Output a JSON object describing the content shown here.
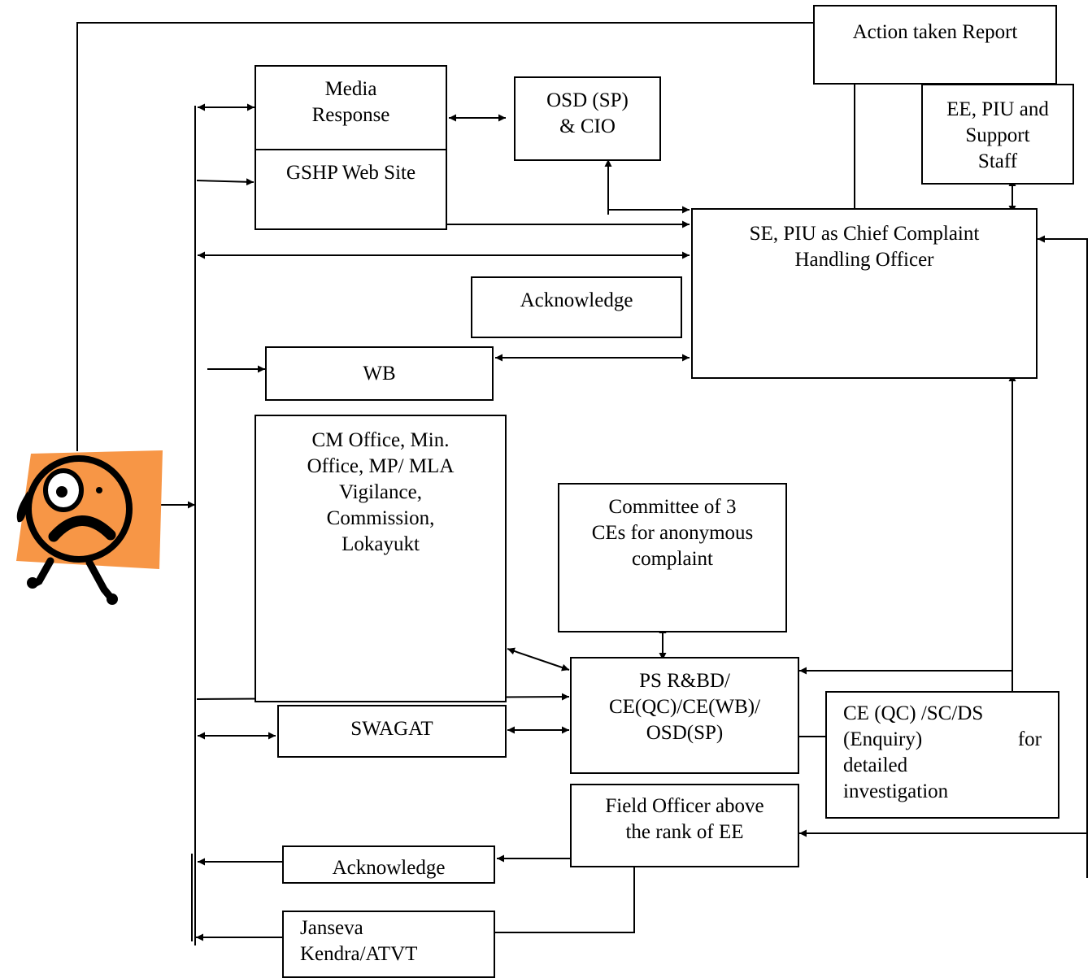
{
  "boxes": {
    "action_report": [
      "Action taken Report"
    ],
    "media_response": [
      "Media",
      "Response"
    ],
    "osd_cio": [
      "OSD (SP)",
      "& CIO"
    ],
    "ee_piu": [
      "EE, PIU and",
      "Support",
      "Staff"
    ],
    "gshp_web": [
      "GSHP Web Site"
    ],
    "se_piu": [
      "SE, PIU as Chief Complaint",
      "Handling Officer"
    ],
    "acknowledge_top": [
      "Acknowledge"
    ],
    "wb": [
      "WB"
    ],
    "cm_office": [
      "CM Office, Min.",
      "Office, MP/ MLA",
      "Vigilance,",
      "Commission,",
      "Lokayukt"
    ],
    "committee": [
      "Committee of 3",
      "CEs for anonymous",
      "complaint"
    ],
    "ps_rbd": [
      "PS R&BD/",
      "CE(QC)/CE(WB)/",
      "OSD(SP)"
    ],
    "swagat": [
      "SWAGAT"
    ],
    "ce_qc": {
      "line1": "CE (QC) /SC/DS",
      "line2_left": "(Enquiry)",
      "line2_right": "for",
      "line3": "detailed",
      "line4": "investigation"
    },
    "field_officer": [
      "Field Officer above",
      "the rank of EE"
    ],
    "acknowledge_bottom": [
      "Acknowledge"
    ],
    "janseva": [
      "Janseva",
      "Kendra/ATVT"
    ]
  },
  "colors": {
    "mascot_fill": "#f79646",
    "stroke": "#000000",
    "background": "#ffffff"
  }
}
